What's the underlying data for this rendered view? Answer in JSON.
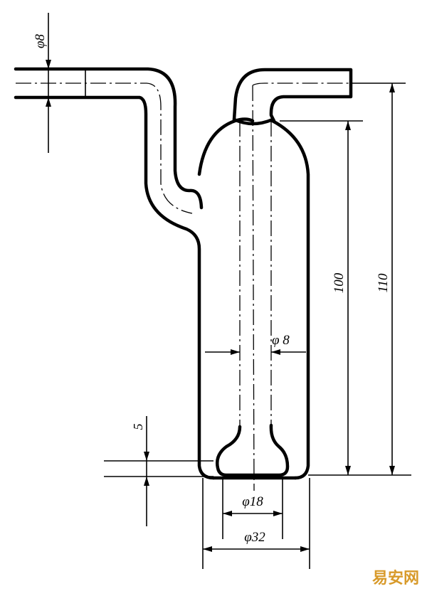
{
  "dimensions": {
    "top_inlet_diameter": "φ8",
    "inner_tube_diameter": "φ 8",
    "bottom_clearance": "5",
    "height_body": "100",
    "height_total": "110",
    "tip_diameter": "φ18",
    "body_diameter": "φ32"
  },
  "watermark": "易安网",
  "colors": {
    "line": "#000000",
    "background": "#ffffff",
    "watermark": "#d89a2a"
  }
}
